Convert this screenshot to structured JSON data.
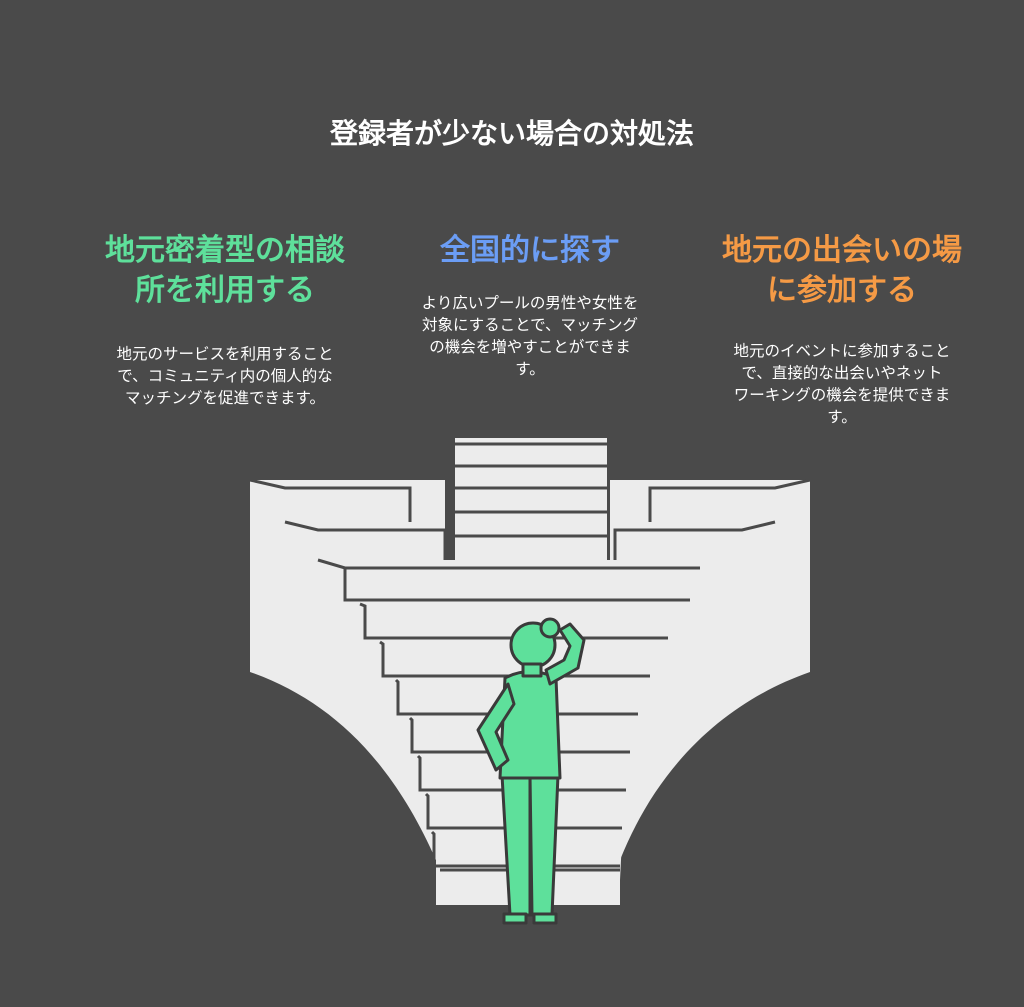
{
  "title": "登録者が少ない場合の対処法",
  "colors": {
    "background": "#4a4a4a",
    "green": "#5ee09b",
    "blue": "#6b9df5",
    "orange": "#f59a45",
    "stairs": "#ececec",
    "stair_line": "#4a4a4a"
  },
  "columns": [
    {
      "heading_line1": "地元密着型の相談",
      "heading_line2": "所を利用する",
      "body_lines": [
        "地元のサービスを利用すること",
        "で、コミュニティ内の個人的な",
        "マッチングを促進できます。"
      ]
    },
    {
      "heading_line1": "全国的に探す",
      "body_lines": [
        "より広いプールの男性や女性を",
        "対象にすることで、マッチング",
        "の機会を増やすことができま",
        "す。"
      ]
    },
    {
      "heading_line1": "地元の出会いの場",
      "heading_line2": "に参加する",
      "body_lines": [
        "地元のイベントに参加すること",
        "で、直接的な出会いやネット",
        "ワーキングの機会を提供できま",
        "す。"
      ]
    }
  ],
  "illustration": {
    "subject": "person-at-stairs",
    "icon": "person-scratching-head-icon"
  }
}
